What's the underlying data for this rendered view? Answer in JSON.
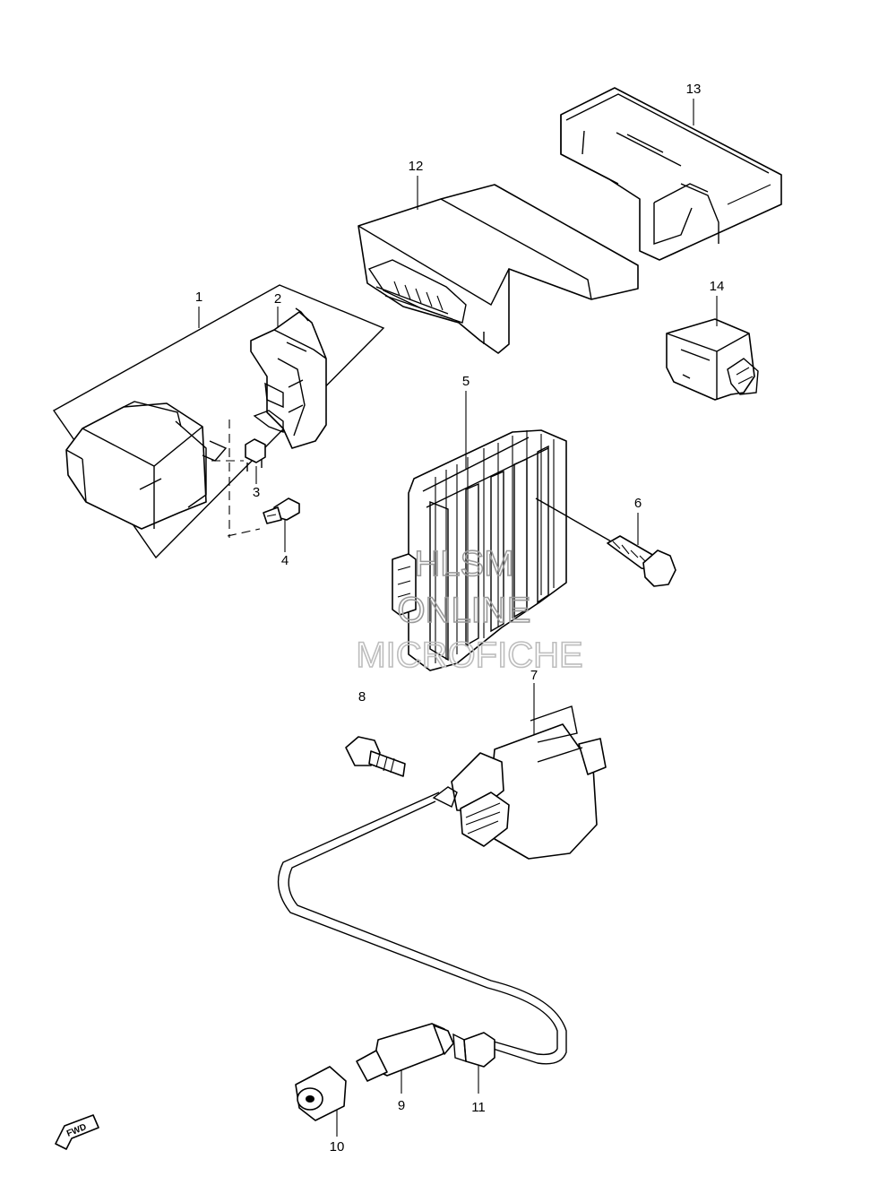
{
  "callouts": [
    {
      "id": "1",
      "text": "1"
    },
    {
      "id": "2",
      "text": "2"
    },
    {
      "id": "3",
      "text": "3"
    },
    {
      "id": "4",
      "text": "4"
    },
    {
      "id": "5",
      "text": "5"
    },
    {
      "id": "6",
      "text": "6"
    },
    {
      "id": "7",
      "text": "7"
    },
    {
      "id": "8",
      "text": "8"
    },
    {
      "id": "9",
      "text": "9"
    },
    {
      "id": "10",
      "text": "10"
    },
    {
      "id": "11",
      "text": "11"
    },
    {
      "id": "12",
      "text": "12"
    },
    {
      "id": "13",
      "text": "13"
    },
    {
      "id": "14",
      "text": "14"
    }
  ],
  "watermark": {
    "line1": "HLSM",
    "line2": "ONLINE",
    "line3": "MICROFICHE"
  },
  "direction_marker": "FWD"
}
